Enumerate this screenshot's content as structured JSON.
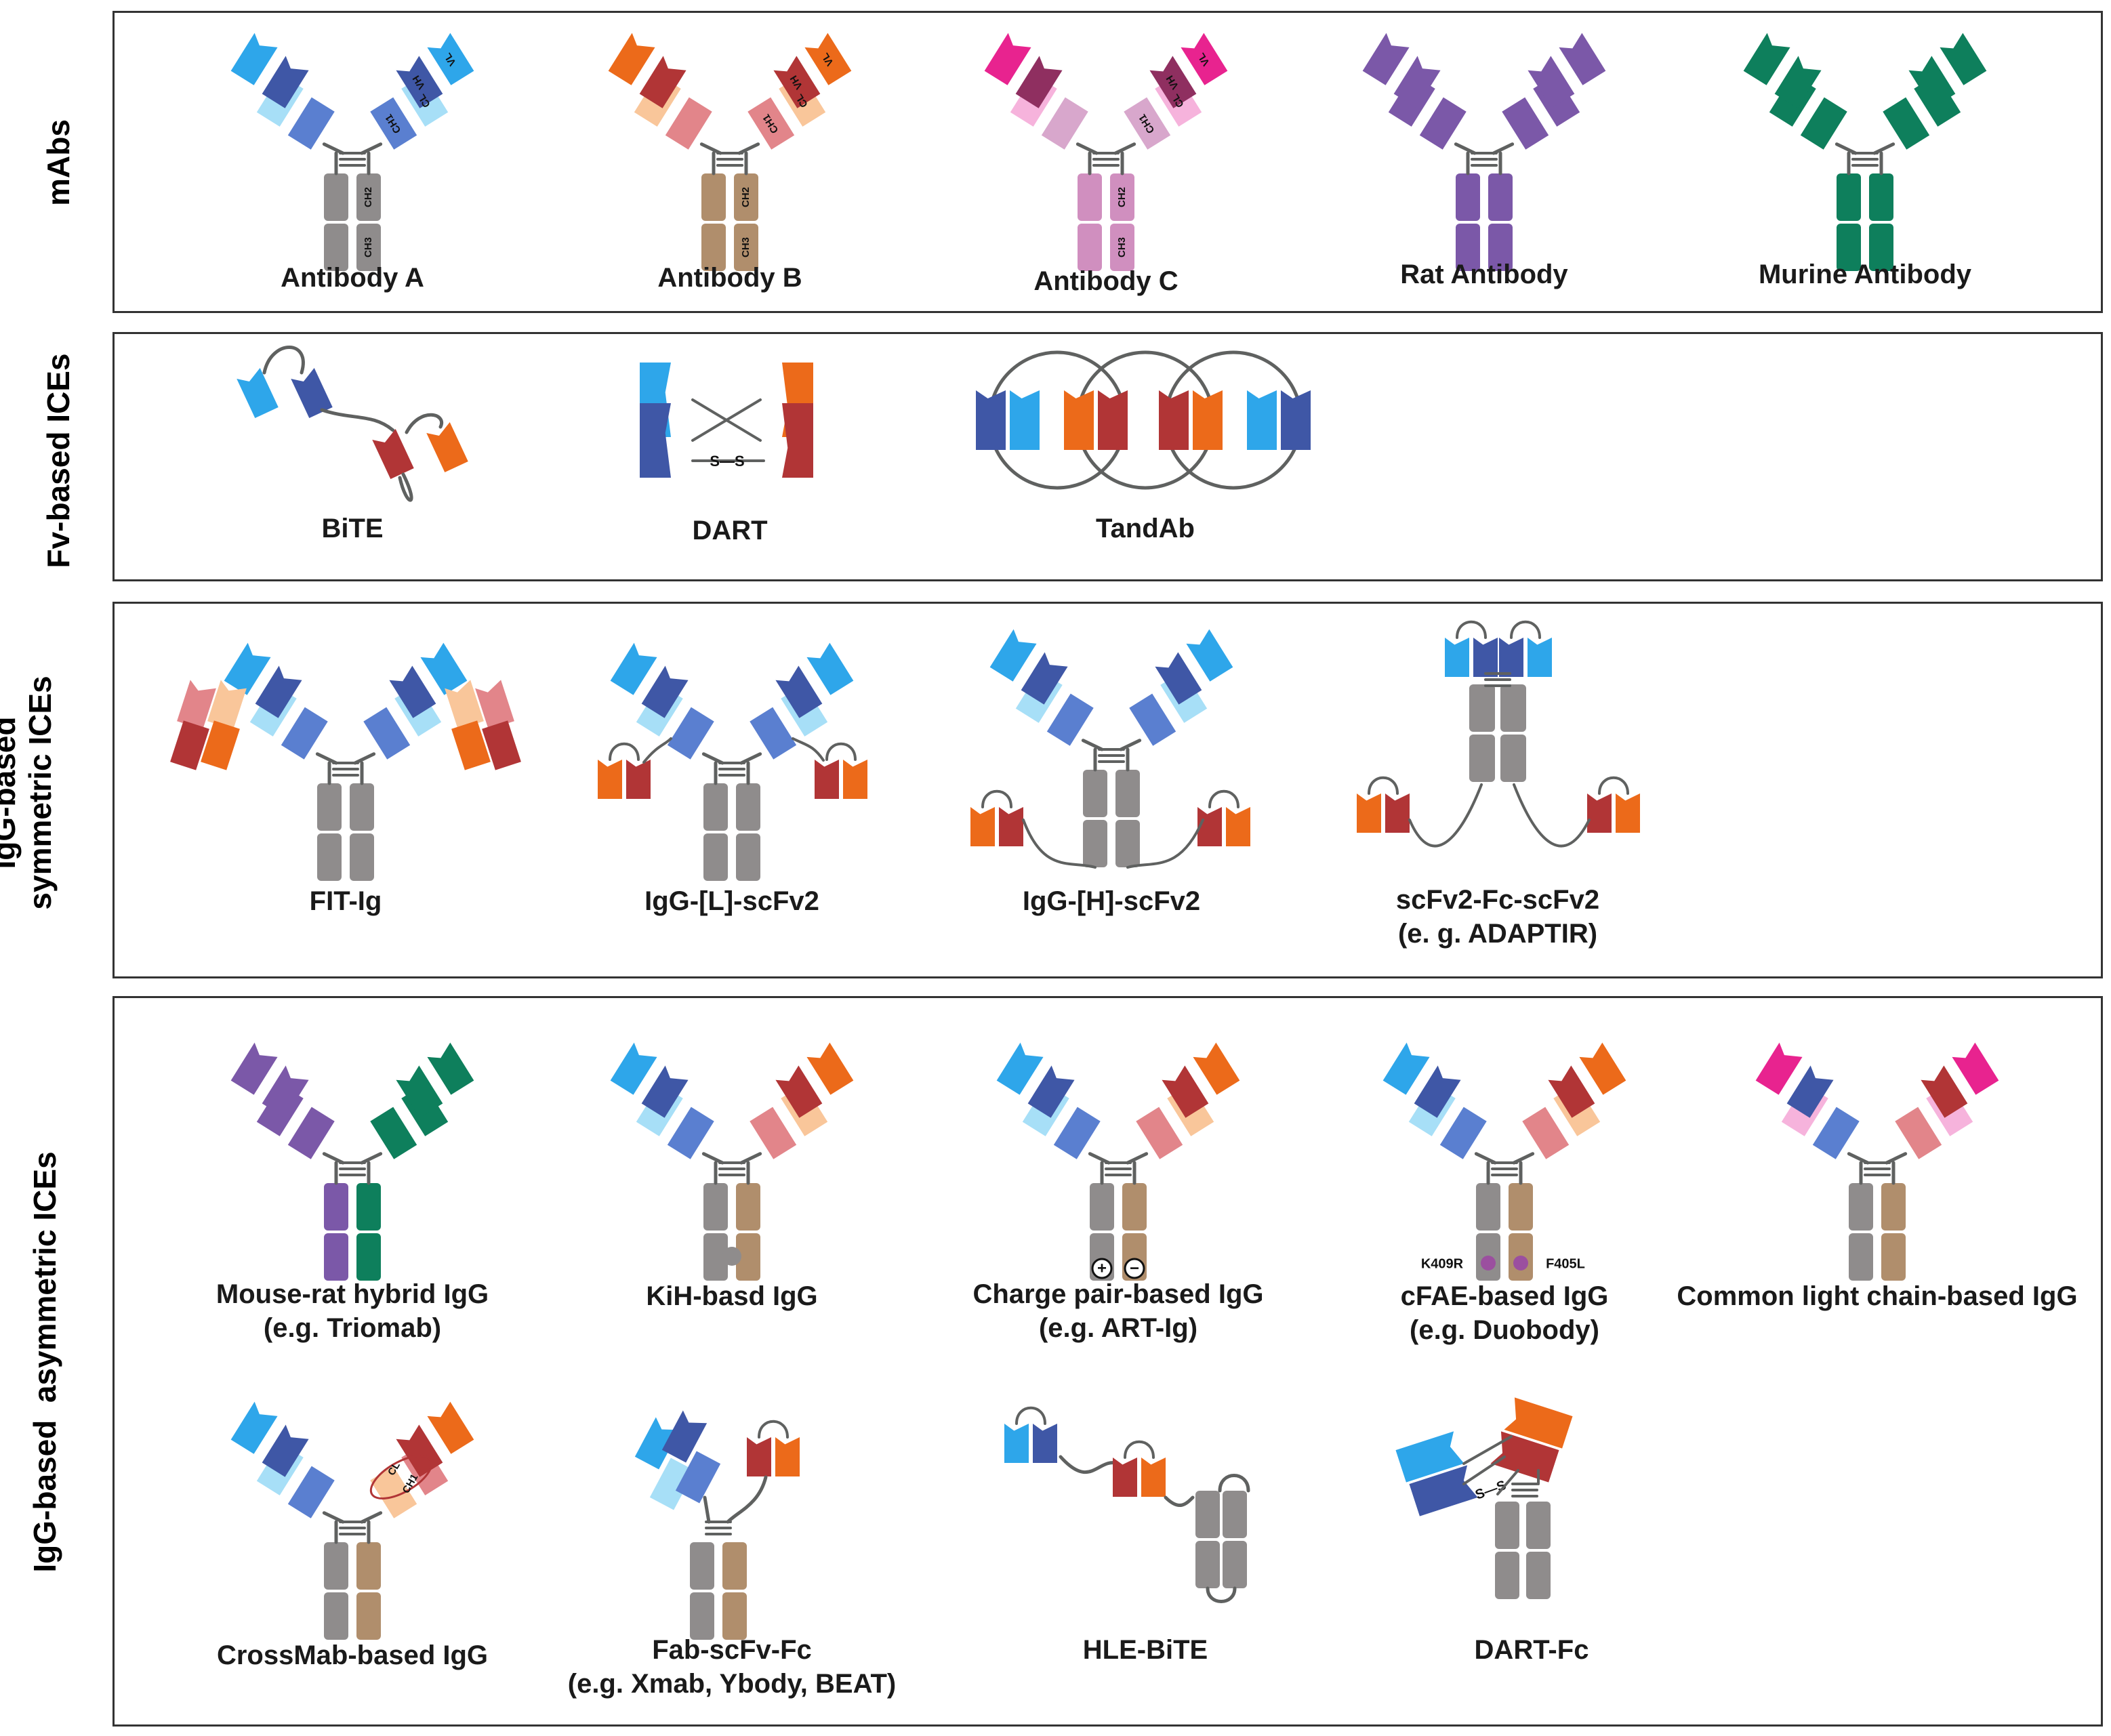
{
  "colors": {
    "blue_dark": "#3f57a6",
    "blue_mid": "#5a7fd0",
    "blue_light": "#2ea6ea",
    "blue_pale": "#a7dff7",
    "red_dark": "#b13536",
    "red_pale": "#e2858a",
    "orange": "#ec6a1a",
    "peach": "#f9c69a",
    "plum": "#8f2f60",
    "magenta": "#e8238f",
    "pink_pale": "#f6b3dc",
    "mauve": "#d8a7cc",
    "grey": "#8f8c8c",
    "tan": "#b08e6c",
    "pink_fc": "#d08fbf",
    "purple": "#7b58a8",
    "green": "#0e7f5c",
    "linker": "#5f6160",
    "panel_border": "#333333"
  },
  "panels": [
    {
      "label_lines": [
        "mAbs"
      ],
      "items": [
        {
          "name": "antibody-a",
          "label": [
            "Antibody A"
          ],
          "domains": {
            "vh": "VH",
            "vl": "VL",
            "ch1": "CH1",
            "cl": "CL",
            "ch2": "CH2",
            "ch3": "CH3"
          }
        },
        {
          "name": "antibody-b",
          "label": [
            "Antibody B"
          ],
          "domains": {
            "vh": "VH",
            "vl": "VL",
            "ch1": "CH1",
            "cl": "CL",
            "ch2": "CH2",
            "ch3": "CH3"
          }
        },
        {
          "name": "antibody-c",
          "label": [
            "Antibody C"
          ],
          "domains": {
            "vh": "VH",
            "vl": "VL",
            "ch1": "CH1",
            "cl": "CL",
            "ch2": "CH2",
            "ch3": "CH3"
          }
        },
        {
          "name": "rat-antibody",
          "label": [
            "Rat Antibody"
          ]
        },
        {
          "name": "murine-antibody",
          "label": [
            "Murine Antibody"
          ]
        }
      ]
    },
    {
      "label_lines": [
        "Fv-based ICEs"
      ],
      "items": [
        {
          "name": "bite",
          "label": [
            "BiTE"
          ]
        },
        {
          "name": "dart",
          "label": [
            "DART"
          ],
          "disulfide": "S—S"
        },
        {
          "name": "tandab",
          "label": [
            "TandAb"
          ]
        }
      ]
    },
    {
      "label_lines": [
        "IgG-based",
        "symmetric ICEs"
      ],
      "items": [
        {
          "name": "fit-ig",
          "label": [
            "FIT-Ig"
          ]
        },
        {
          "name": "igg-l-scfv2",
          "label": [
            "IgG-[L]-scFv2"
          ]
        },
        {
          "name": "igg-h-scfv2",
          "label": [
            "IgG-[H]-scFv2"
          ]
        },
        {
          "name": "scfv2-fc-scfv2",
          "label": [
            "scFv2-Fc-scFv2",
            "(e. g. ADAPTIR)"
          ]
        }
      ]
    },
    {
      "label_lines": [
        "IgG-based  asymmetric ICEs"
      ],
      "items": [
        {
          "name": "mouse-rat-hybrid-igg",
          "label": [
            "Mouse-rat hybrid IgG",
            "(e.g. Triomab)"
          ]
        },
        {
          "name": "kih-igg",
          "label": [
            "KiH-basd IgG"
          ]
        },
        {
          "name": "charge-pair-igg",
          "label": [
            "Charge pair-based IgG",
            "(e.g. ART-Ig)"
          ],
          "signs": [
            "+",
            "−"
          ]
        },
        {
          "name": "cfae-igg",
          "label": [
            "cFAE-based IgG",
            "(e.g. Duobody)"
          ],
          "mutations": [
            "K409R",
            "F405L"
          ]
        },
        {
          "name": "common-light-chain-igg",
          "label": [
            "Common light chain-based IgG"
          ]
        },
        {
          "name": "crossmab-igg",
          "label": [
            "CrossMab-based IgG"
          ],
          "domains": {
            "cl": "CL",
            "ch1": "CH1"
          }
        },
        {
          "name": "fab-scfv-fc",
          "label": [
            "Fab-scFv-Fc",
            "(e.g. Xmab, Ybody, BEAT)"
          ]
        },
        {
          "name": "hle-bite",
          "label": [
            "HLE-BiTE"
          ]
        },
        {
          "name": "dart-fc",
          "label": [
            "DART-Fc"
          ],
          "disulfide": "S—S"
        }
      ]
    }
  ]
}
